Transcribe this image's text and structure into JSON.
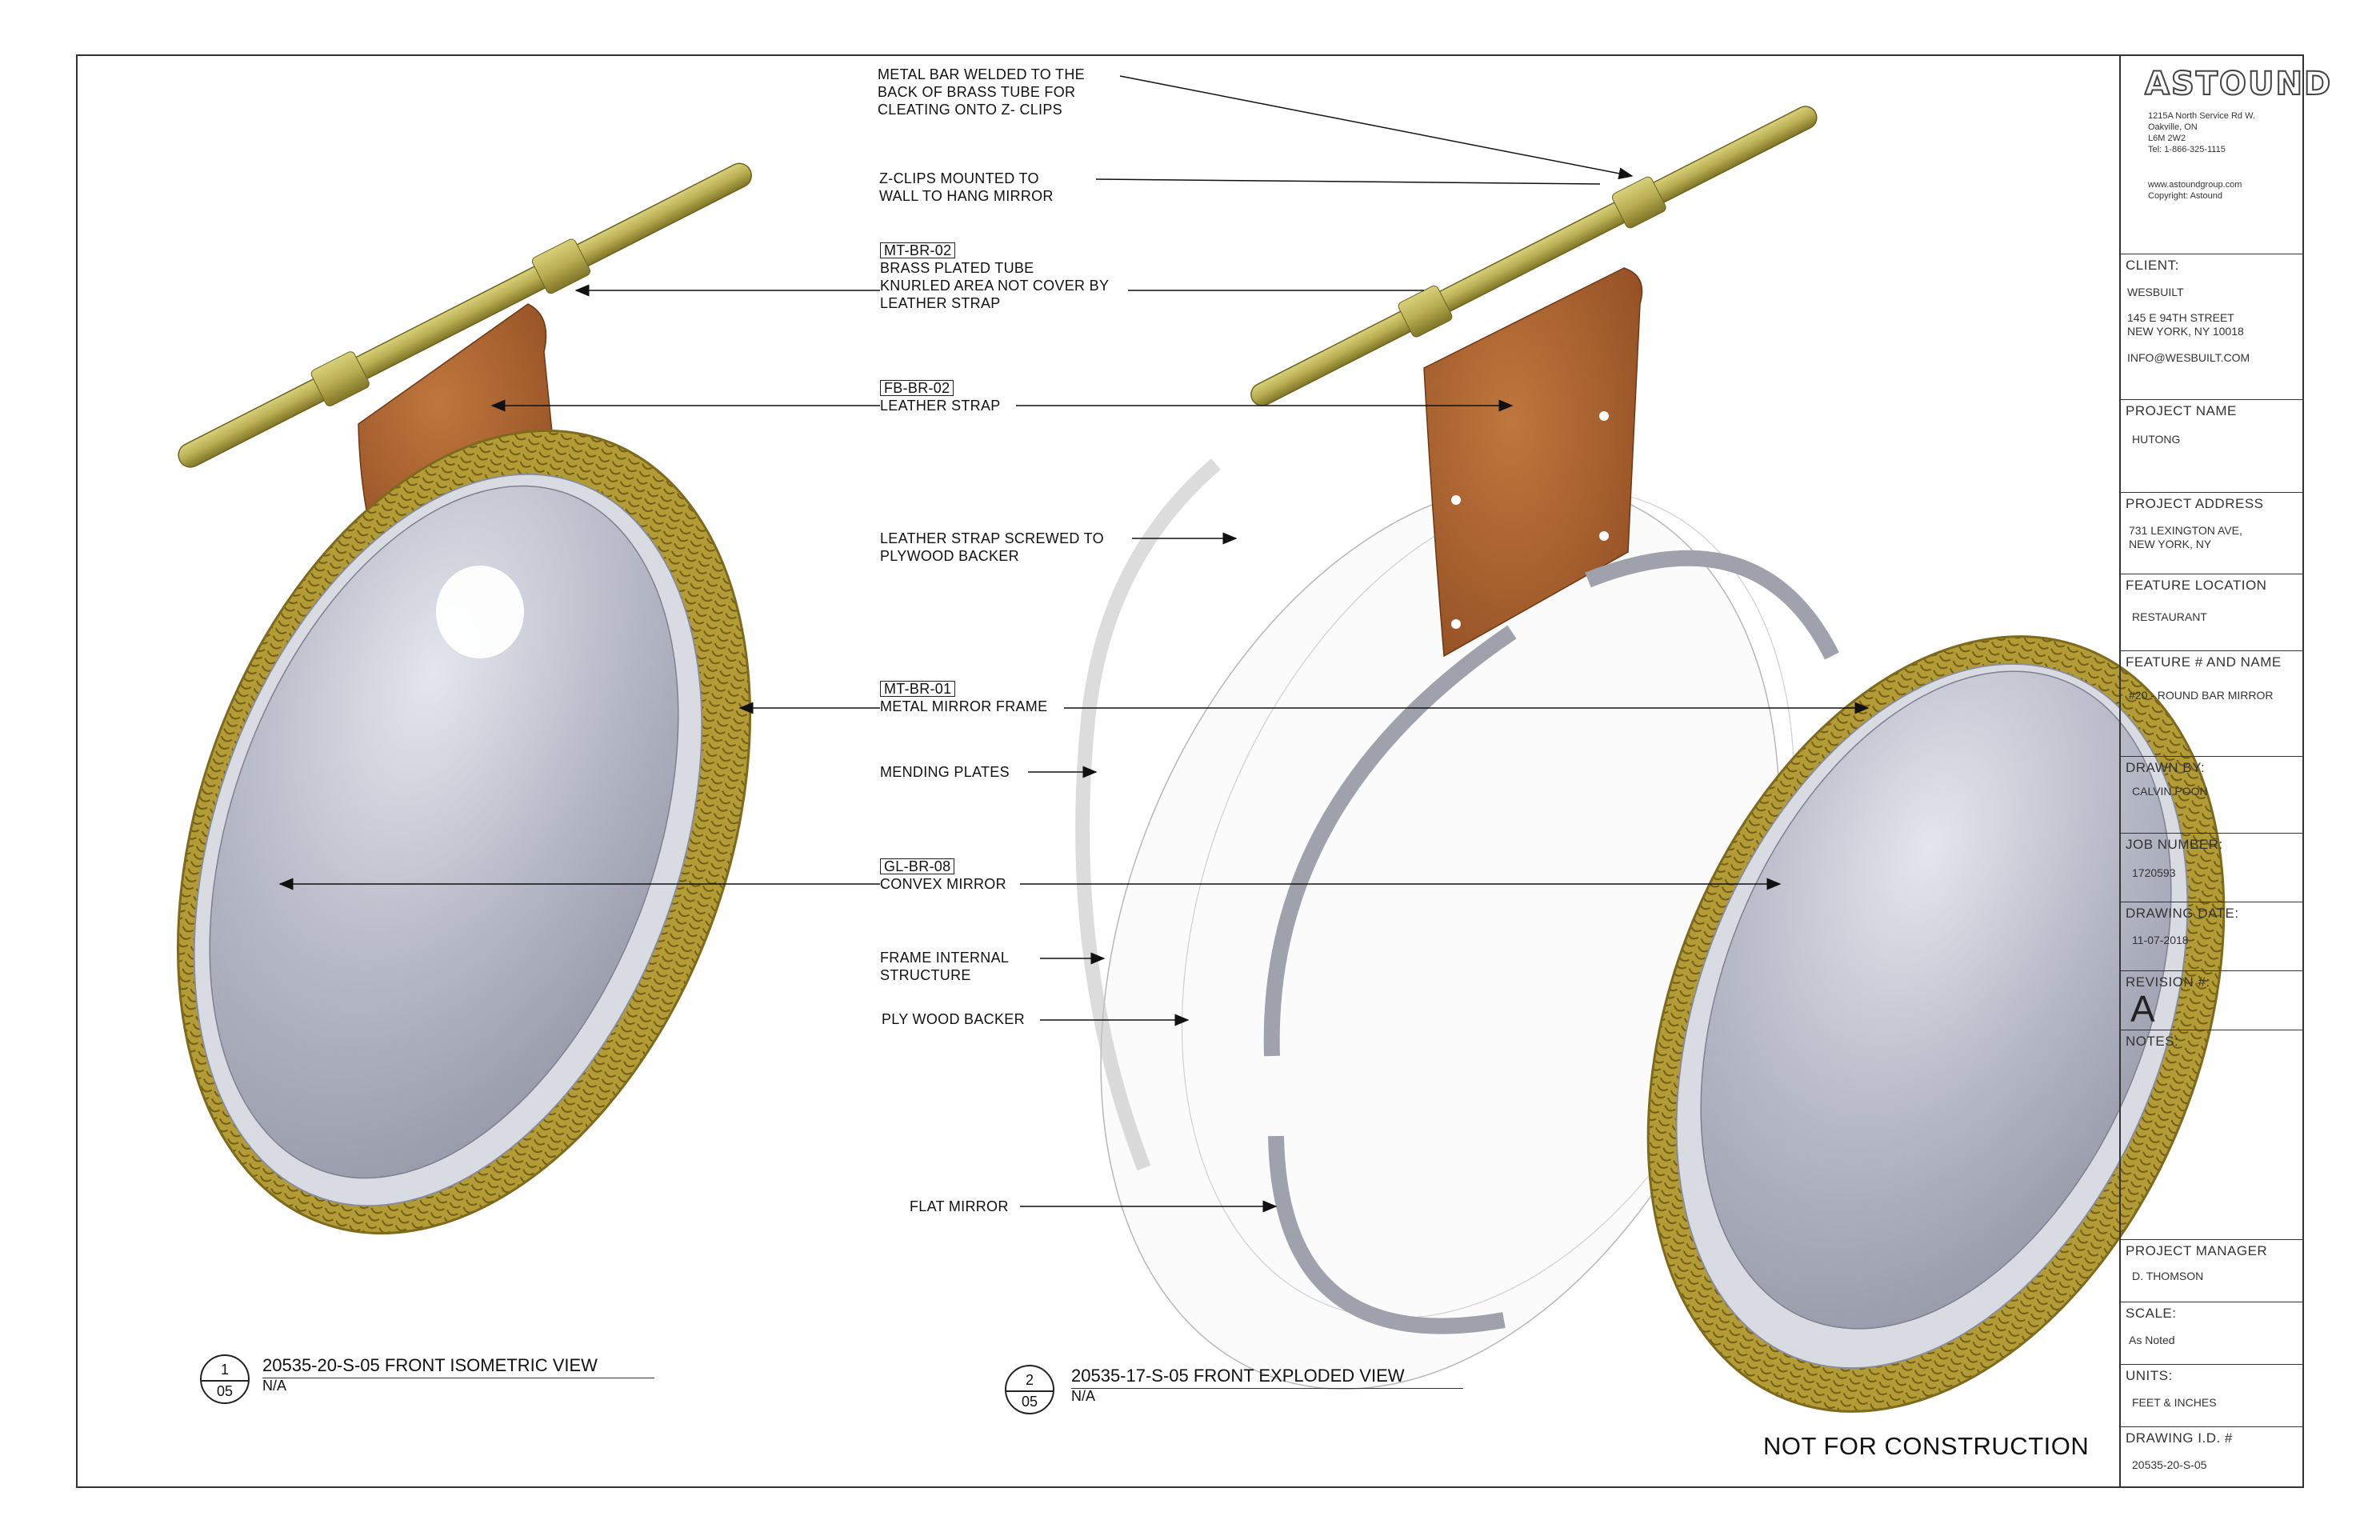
{
  "callouts": {
    "metal_bar": [
      "METAL BAR WELDED TO THE",
      "BACK OF BRASS TUBE FOR",
      "CLEATING ONTO Z- CLIPS"
    ],
    "z_clips": [
      "Z-CLIPS MOUNTED TO",
      "WALL TO HANG MIRROR"
    ],
    "brass_tube": {
      "tag": "MT-BR-02",
      "lines": [
        "BRASS PLATED TUBE",
        "KNURLED AREA NOT COVER BY",
        "LEATHER STRAP"
      ]
    },
    "leather_strap": {
      "tag": "FB-BR-02",
      "lines": [
        "LEATHER STRAP"
      ]
    },
    "strap_screwed": [
      "LEATHER STRAP SCREWED TO",
      "PLYWOOD BACKER"
    ],
    "mirror_frame": {
      "tag": "MT-BR-01",
      "lines": [
        "METAL MIRROR FRAME"
      ]
    },
    "mending_plates": "MENDING PLATES",
    "convex_mirror": {
      "tag": "GL-BR-08",
      "lines": [
        "CONVEX MIRROR"
      ]
    },
    "frame_internal": [
      "FRAME INTERNAL",
      "STRUCTURE"
    ],
    "ply_wood": "PLY WOOD BACKER",
    "flat_mirror": "FLAT MIRROR"
  },
  "views": [
    {
      "top_num": "1",
      "bottom_num": "05",
      "title": "20535-20-S-05 FRONT ISOMETRIC VIEW",
      "scale": "N/A"
    },
    {
      "top_num": "2",
      "bottom_num": "05",
      "title": "20535-17-S-05 FRONT EXPLODED VIEW",
      "scale": "N/A"
    }
  ],
  "stamp": "NOT FOR CONSTRUCTION",
  "title_block": {
    "company": "ASTOUND",
    "address_lines": [
      "1215A North Service Rd W.",
      "Oakville, ON",
      "L6M 2W2",
      "Tel: 1-866-325-1115"
    ],
    "web_lines": [
      "www.astoundgroup.com",
      "Copyright: Astound"
    ],
    "client_label": "CLIENT:",
    "client_name": "WESBUILT",
    "client_address": [
      "145 E 94TH STREET",
      "NEW YORK, NY 10018"
    ],
    "client_email": "INFO@WESBUILT.COM",
    "project_name_label": "PROJECT NAME",
    "project_name": "HUTONG",
    "project_address_label": "PROJECT ADDRESS",
    "project_address": [
      "731 LEXINGTON AVE,",
      "NEW YORK, NY"
    ],
    "feature_location_label": "FEATURE LOCATION",
    "feature_location": "RESTAURANT",
    "feature_name_label": "FEATURE # AND NAME",
    "feature_name": "#20 - ROUND BAR MIRROR",
    "drawn_by_label": "DRAWN BY:",
    "drawn_by": "CALVIN POON",
    "job_number_label": "JOB NUMBER:",
    "job_number": "1720593",
    "drawing_date_label": "DRAWING DATE:",
    "drawing_date": "11-07-2018",
    "revision_label": "REVISION #:",
    "revision": "A",
    "notes_label": "NOTES:",
    "project_manager_label": "PROJECT MANAGER",
    "project_manager": "D. THOMSON",
    "scale_label": "SCALE:",
    "scale": "As Noted",
    "units_label": "UNITS:",
    "units": "FEET & INCHES",
    "drawing_id_label": "DRAWING I.D. #",
    "drawing_id": "20535-20-S-05"
  },
  "colors": {
    "brass": "#b8ad52",
    "brass_dark": "#8a7f2e",
    "leather": "#a8602e",
    "mirror": "#b9bcc8",
    "frame_gold": "#b39c35"
  }
}
